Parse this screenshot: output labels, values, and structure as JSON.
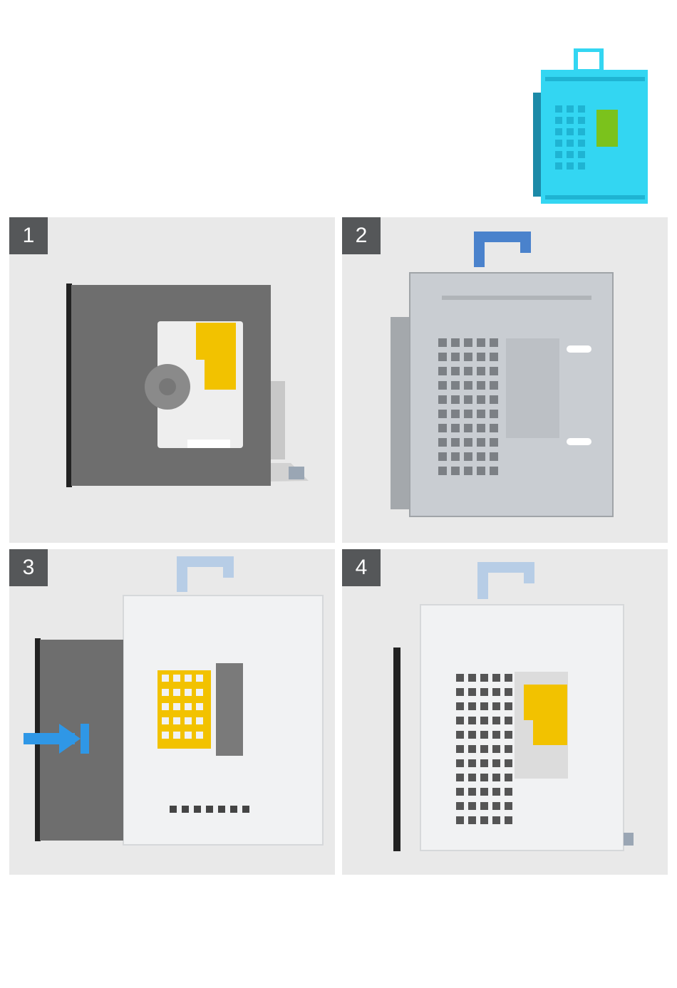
{
  "steps": [
    {
      "number": "1"
    },
    {
      "number": "2"
    },
    {
      "number": "3"
    },
    {
      "number": "4"
    }
  ],
  "colors": {
    "panel_bg": "#e9e9e9",
    "badge_bg": "#555759",
    "thumbnail_cyan": "#33d6f2",
    "label_yellow": "#f2c200",
    "arrow_blue": "#2f97e6",
    "handle_blue": "#4a82cc",
    "drive_gray": "#6e6e6e",
    "cage_gray": "#c9cdd2"
  }
}
